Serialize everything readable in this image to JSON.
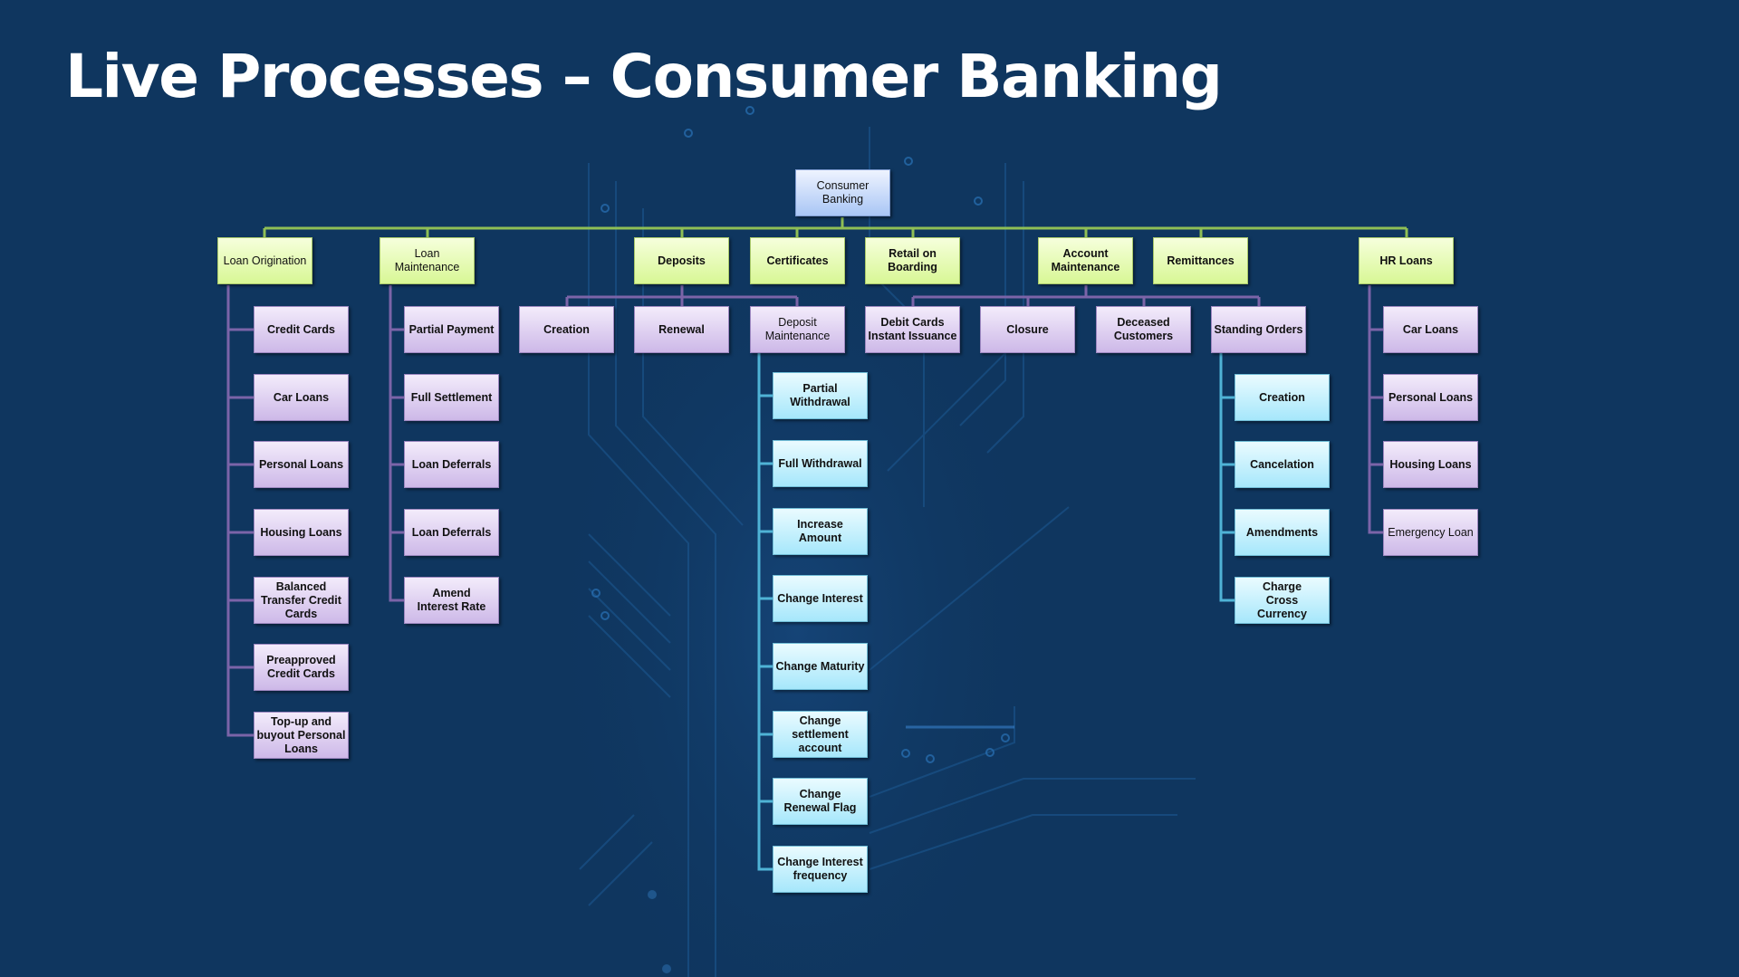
{
  "slide": {
    "title": "Live Processes – Consumer Banking"
  },
  "colors": {
    "background": "#0f365f",
    "title_text": "#ffffff",
    "root_fill": "#bcd2f7",
    "level1_fill": "#e4fab0",
    "level2_fill": "#ddd0f0",
    "level3_fill": "#c4f0fd",
    "level1_connector": "#8fbf55",
    "level2_connector": "#7b64a8",
    "level3_connector": "#4fb3d6"
  },
  "org_chart": {
    "root": {
      "label": "Consumer Banking"
    },
    "level1": [
      {
        "label": "Loan Origination",
        "children": [
          {
            "label": "Credit Cards"
          },
          {
            "label": "Car Loans"
          },
          {
            "label": "Personal Loans"
          },
          {
            "label": "Housing Loans"
          },
          {
            "label": "Balanced Transfer Credit Cards"
          },
          {
            "label": "Preapproved Credit Cards"
          },
          {
            "label": "Top-up and buyout Personal Loans"
          }
        ]
      },
      {
        "label": "Loan Maintenance",
        "children": [
          {
            "label": "Partial Payment"
          },
          {
            "label": "Full Settlement"
          },
          {
            "label": "Loan Deferrals"
          },
          {
            "label": "Loan Deferrals"
          },
          {
            "label": "Amend Interest Rate"
          }
        ]
      },
      {
        "label": "Deposits",
        "children": [
          {
            "label": "Creation"
          },
          {
            "label": "Renewal"
          },
          {
            "label": "Deposit Maintenance",
            "children": [
              {
                "label": "Partial Withdrawal"
              },
              {
                "label": "Full Withdrawal"
              },
              {
                "label": "Increase Amount"
              },
              {
                "label": "Change Interest"
              },
              {
                "label": "Change Maturity"
              },
              {
                "label": "Change settlement account"
              },
              {
                "label": "Change Renewal Flag"
              },
              {
                "label": "Change Interest frequency"
              }
            ]
          }
        ]
      },
      {
        "label": "Certificates",
        "children": []
      },
      {
        "label": "Retail on Boarding",
        "children": []
      },
      {
        "label": "Account Maintenance",
        "children": [
          {
            "label": "Debit Cards Instant Issuance"
          },
          {
            "label": "Closure"
          },
          {
            "label": "Deceased Customers"
          },
          {
            "label": "Standing Orders",
            "children": [
              {
                "label": "Creation"
              },
              {
                "label": "Cancelation"
              },
              {
                "label": "Amendments"
              },
              {
                "label": "Charge Cross Currency"
              }
            ]
          }
        ]
      },
      {
        "label": "Remittances",
        "children": []
      },
      {
        "label": "HR Loans",
        "children": [
          {
            "label": "Car Loans"
          },
          {
            "label": "Personal Loans"
          },
          {
            "label": "Housing Loans"
          },
          {
            "label": "Emergency Loan"
          }
        ]
      }
    ]
  }
}
